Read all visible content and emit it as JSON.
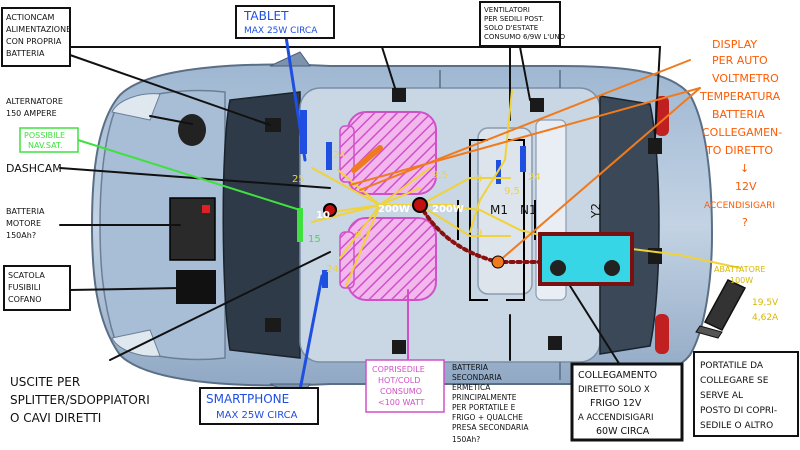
{
  "colors": {
    "car_body": "#8fa7c3",
    "car_dark": "#3b4a5c",
    "glass": "#2a3542",
    "seat_pink": "#e070d8",
    "wire_yellow": "#f0d23a",
    "wire_orange": "#f07a1e",
    "wire_blue": "#1f4fe0",
    "wire_green": "#3fe03f",
    "wire_black": "#111111",
    "wire_darkred": "#8a1010",
    "fridge_cyan": "#36d6e6",
    "label_orange": "#ff5a00"
  },
  "labels": {
    "actioncam": [
      "ACTIONCAM",
      "ALIMENTAZIONE",
      "CON PROPRIA",
      "BATTERIA"
    ],
    "tablet": [
      "TABLET",
      "MAX 25W CIRCA"
    ],
    "ventilatori": [
      "VENTILATORI",
      "PER SEDILI POST.",
      "SOLO D'ESTATE",
      "CONSUMO 6/9W L'UNO"
    ],
    "display": [
      "DISPLAY",
      "PER AUTO",
      "VOLTMETRO",
      "TEMPERATURA",
      "BATTERIA",
      "COLLEGAMEN-",
      "TO DIRETTO",
      "↓",
      "12V",
      "ACCENDISIGARI",
      "?"
    ],
    "alternatore": [
      "ALTERNATORE",
      "150 AMPERE"
    ],
    "possibile_nav": [
      "POSSIBILE",
      "NAV.SAT."
    ],
    "dashcam": "DASHCAM",
    "batteria_motore": [
      "BATTERIA",
      "MOTORE",
      "150Ah?"
    ],
    "scatola": [
      "SCATOLA",
      "FUSIBILI",
      "COFANO"
    ],
    "uscite": [
      "USCITE PER",
      "SPLITTER/SDOPPIATORI",
      "O CAVI DIRETTI"
    ],
    "smartphone": [
      "SMARTPHONE",
      "MAX 25W CIRCA"
    ],
    "coprisedile": [
      "COPRISEDILE",
      "HOT/COLD",
      "CONSUMO",
      "<100 WATT"
    ],
    "batteria_secondaria": [
      "BATTERIA",
      "SECONDARIA",
      "ERMETICA",
      "PRINCIPALMENTE",
      "PER PORTATILE E",
      "FRIGO + QUALCHE",
      "PRESA SECONDARIA",
      "150Ah?"
    ],
    "collegamento": [
      "COLLEGAMENTO",
      "DIRETTO SOLO X",
      "FRIGO 12V",
      "A ACCENDISIGARI",
      "60W CIRCA"
    ],
    "portatile": [
      "PORTATILE DA",
      "COLLEGARE SE",
      "SERVE AL",
      "POSTO DI COPRI-",
      "SEDILE O ALTRO"
    ],
    "abattatore": [
      "ABATTATORE",
      "100W"
    ],
    "abattatore_out": [
      "19,5V",
      "4,62A"
    ],
    "num_25a": "25",
    "num_24a": "24",
    "num_10": "10",
    "num_15": "15",
    "num_95a": "9,5",
    "num_24b": "24",
    "num_200a": "200W",
    "num_200b": "200W",
    "num_95b": "9,5",
    "num_9a": "9",
    "num_9b": "9",
    "num_24c": "24",
    "num_95c": "9,5",
    "m1": "M1",
    "n1": "N1",
    "y2": "Y2"
  }
}
